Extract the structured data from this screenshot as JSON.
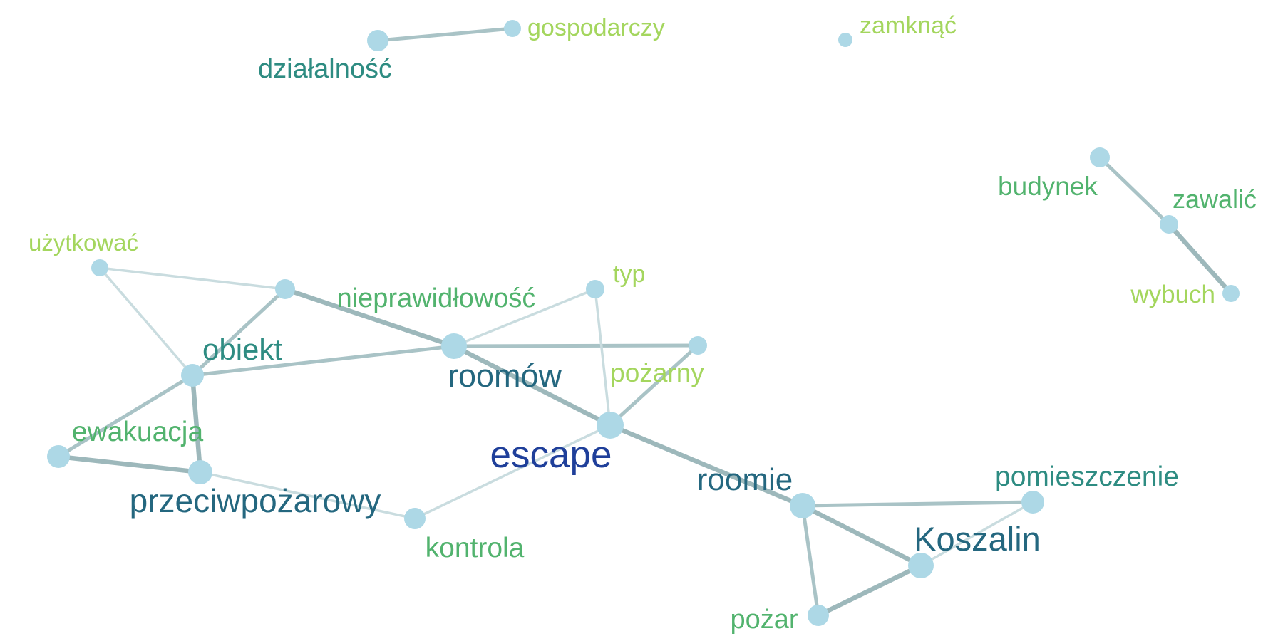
{
  "colors": {
    "node": "#ADD8E6",
    "edge_light": "#C9DCDF",
    "edge_mid": "#A9C3C6",
    "edge_dark": "#9DB8BB",
    "label_dark_blue": "#1F3F9A",
    "label_teal_blue": "#24677F",
    "label_teal": "#2E8C82",
    "label_green": "#52B36E",
    "label_lime": "#A4D65E"
  },
  "nodes": [
    {
      "id": "dzialalnosc",
      "label": "działalność",
      "color": "label_teal"
    },
    {
      "id": "gospodarczy",
      "label": "gospodarczy",
      "color": "label_lime"
    },
    {
      "id": "zamknac",
      "label": "zamknąć",
      "color": "label_lime"
    },
    {
      "id": "budynek",
      "label": "budynek",
      "color": "label_green"
    },
    {
      "id": "zawalic",
      "label": "zawalić",
      "color": "label_green"
    },
    {
      "id": "wybuch",
      "label": "wybuch",
      "color": "label_lime"
    },
    {
      "id": "uzytkowac",
      "label": "użytkować",
      "color": "label_lime"
    },
    {
      "id": "nieprawidlowosc",
      "label": "nieprawidłowość",
      "color": "label_green"
    },
    {
      "id": "typ",
      "label": "typ",
      "color": "label_lime"
    },
    {
      "id": "obiekt",
      "label": "obiekt",
      "color": "label_teal"
    },
    {
      "id": "roomow",
      "label": "roomów",
      "color": "label_teal_blue"
    },
    {
      "id": "pozarny",
      "label": "pożarny",
      "color": "label_lime"
    },
    {
      "id": "escape",
      "label": "escape",
      "color": "label_dark_blue"
    },
    {
      "id": "ewakuacja",
      "label": "ewakuacja",
      "color": "label_green"
    },
    {
      "id": "przeciwpozarowy",
      "label": "przeciwpożarowy",
      "color": "label_teal_blue"
    },
    {
      "id": "kontrola",
      "label": "kontrola",
      "color": "label_green"
    },
    {
      "id": "roomie",
      "label": "roomie",
      "color": "label_teal_blue"
    },
    {
      "id": "pomieszczenie",
      "label": "pomieszczenie",
      "color": "label_teal"
    },
    {
      "id": "koszalin",
      "label": "Koszalin",
      "color": "label_teal_blue"
    },
    {
      "id": "pozar",
      "label": "pożar",
      "color": "label_green"
    }
  ],
  "edges": [
    {
      "source": "dzialalnosc",
      "target": "gospodarczy",
      "weight": 2
    },
    {
      "source": "budynek",
      "target": "zawalic",
      "weight": 2
    },
    {
      "source": "zawalic",
      "target": "wybuch",
      "weight": 3
    },
    {
      "source": "uzytkowac",
      "target": "nieprawidlowosc",
      "weight": 1
    },
    {
      "source": "uzytkowac",
      "target": "obiekt",
      "weight": 1
    },
    {
      "source": "nieprawidlowosc",
      "target": "obiekt",
      "weight": 2
    },
    {
      "source": "nieprawidlowosc",
      "target": "roomow",
      "weight": 3
    },
    {
      "source": "roomow",
      "target": "typ",
      "weight": 1
    },
    {
      "source": "roomow",
      "target": "pozarny",
      "weight": 2
    },
    {
      "source": "roomow",
      "target": "obiekt",
      "weight": 2
    },
    {
      "source": "roomow",
      "target": "escape",
      "weight": 3
    },
    {
      "source": "typ",
      "target": "escape",
      "weight": 1
    },
    {
      "source": "pozarny",
      "target": "escape",
      "weight": 2
    },
    {
      "source": "obiekt",
      "target": "ewakuacja",
      "weight": 2
    },
    {
      "source": "obiekt",
      "target": "przeciwpozarowy",
      "weight": 3
    },
    {
      "source": "ewakuacja",
      "target": "przeciwpozarowy",
      "weight": 3
    },
    {
      "source": "przeciwpozarowy",
      "target": "kontrola",
      "weight": 1
    },
    {
      "source": "kontrola",
      "target": "escape",
      "weight": 1
    },
    {
      "source": "escape",
      "target": "roomie",
      "weight": 3
    },
    {
      "source": "roomie",
      "target": "pomieszczenie",
      "weight": 2
    },
    {
      "source": "roomie",
      "target": "koszalin",
      "weight": 3
    },
    {
      "source": "roomie",
      "target": "pozar",
      "weight": 2
    },
    {
      "source": "pomieszczenie",
      "target": "koszalin",
      "weight": 1
    },
    {
      "source": "koszalin",
      "target": "pozar",
      "weight": 3
    }
  ]
}
